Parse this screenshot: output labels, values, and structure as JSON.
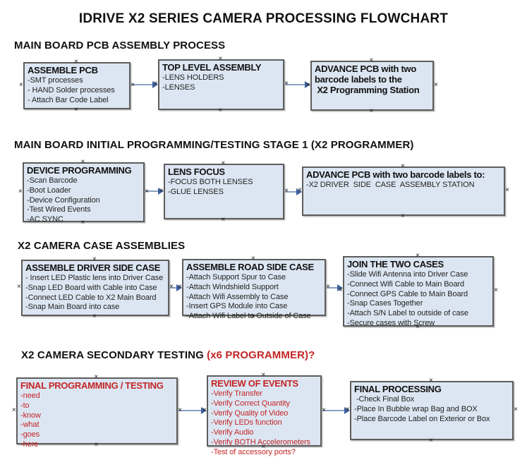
{
  "page_title": "IDRIVE X2  SERIES CAMERA PROCESSING FLOWCHART",
  "colors": {
    "box_fill": "#dce6f2",
    "box_border": "#5d5d5d",
    "red_text": "#c42525",
    "arrow_line": "#8aa0c2",
    "arrow_head": "#3d5f9d",
    "text": "#1a1a1a"
  },
  "icons": {
    "connection_point": "×"
  },
  "sections": [
    {
      "heading": "MAIN BOARD PCB ASSEMBLY PROCESS",
      "boxes": [
        {
          "title": "ASSEMBLE PCB",
          "items": [
            "-SMT processes",
            "- HAND Solder processes",
            "- Attach Bar Code Label"
          ]
        },
        {
          "title": "TOP LEVEL ASSEMBLY",
          "items": [
            "-LENS HOLDERS",
            "-LENSES"
          ]
        },
        {
          "title": "ADVANCE PCB with two\nbarcode labels to the\n X2 Programming Station",
          "items": []
        }
      ]
    },
    {
      "heading": "MAIN BOARD INITIAL PROGRAMMING/TESTING STAGE 1 (X2 PROGRAMMER)",
      "boxes": [
        {
          "title": "DEVICE PROGRAMMING",
          "items": [
            "-Scan Barcode",
            "-Boot Loader",
            "-Device Configuration",
            "-Test Wired Events",
            "-AC SYNC"
          ]
        },
        {
          "title": "LENS FOCUS",
          "items": [
            "-FOCUS BOTH LENSES",
            "-GLUE LENSES"
          ]
        },
        {
          "title": "ADVANCE PCB with two barcode labels to:",
          "items": [
            "-X2 DRIVER  SIDE  CASE  ASSEMBLY STATION"
          ]
        }
      ]
    },
    {
      "heading": "X2 CAMERA CASE ASSEMBLIES",
      "boxes": [
        {
          "title": "ASSEMBLE DRIVER SIDE CASE",
          "items": [
            "- Insert LED Plastic lens into Driver Case",
            "-Snap LED Board with Cable into Case",
            "-Connect LED Cable to X2 Main Board",
            "-Snap Main Board into case"
          ]
        },
        {
          "title": "ASSEMBLE ROAD SIDE CASE",
          "items": [
            "-Attach Support Spur to Case",
            "-Attach Windshield Support",
            "-Attach Wifi Assembly to Case",
            "-Insert GPS Module into Case",
            "-Attach Wifi Label to Outside of Case"
          ]
        },
        {
          "title": "JOIN THE TWO CASES",
          "items": [
            "-Slide Wifi Antenna into Driver Case",
            "-Connect Wifi Cable to Main Board",
            "-Connect GPS Cable to Main Board",
            "-Snap Cases Together",
            "-Attach S/N Label to outside of case",
            "-Secure cases with Screw"
          ]
        }
      ]
    },
    {
      "heading": "X2 CAMERA SECONDARY TESTING  ",
      "heading_red": "(x6 PROGRAMMER)?",
      "boxes": [
        {
          "title": "FINAL PROGRAMMING / TESTING",
          "items": [
            "-need",
            "-to",
            "-know",
            "-what",
            "-goes",
            "-here"
          ]
        },
        {
          "title": "REVIEW OF EVENTS",
          "items": [
            "-Verify Transfer",
            "-Verify Correct Quantity",
            "-Verify Quality of Video",
            "-Verify LEDs function",
            "-Verify Audio",
            "-Verify BOTH Accelerometers",
            "-Test of accessory ports?"
          ]
        },
        {
          "title": "FINAL PROCESSING",
          "items": [
            " -Check Final Box",
            "-Place In Bubble wrap Bag and BOX",
            "-Place Barcode Label on Exterior or Box"
          ]
        }
      ]
    }
  ]
}
